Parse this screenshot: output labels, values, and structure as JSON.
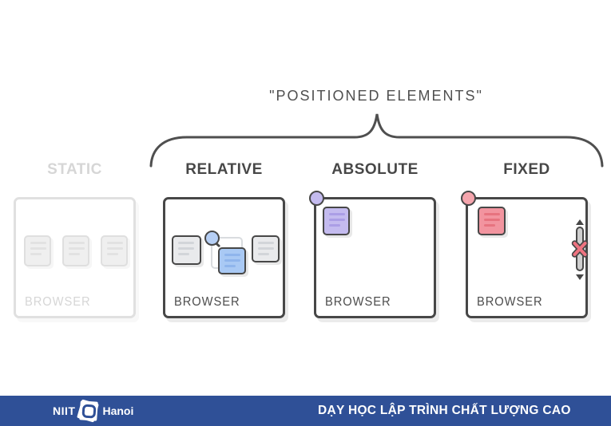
{
  "quote": "\"POSITIONED ELEMENTS\"",
  "columns": [
    {
      "id": "static",
      "label": "STATIC",
      "browser_label": "BROWSER",
      "muted": true
    },
    {
      "id": "relative",
      "label": "RELATIVE",
      "browser_label": "BROWSER",
      "muted": false
    },
    {
      "id": "absolute",
      "label": "ABSOLUTE",
      "browser_label": "BROWSER",
      "muted": false
    },
    {
      "id": "fixed",
      "label": "FIXED",
      "browser_label": "BROWSER",
      "muted": false
    }
  ],
  "footer": {
    "brand_niit": "NIIT",
    "brand_hanoi": "Hanoi",
    "slogan": "DẠY HỌC LẬP TRÌNH CHẤT LƯỢNG CAO"
  },
  "colors": {
    "ink": "#474747",
    "muted_gray": "#d6d6d6",
    "gray_fill": "#e9eaec",
    "gray_line": "#d2d5d9",
    "blue_fill": "#a9c9f4",
    "blue_line": "#8fb5ec",
    "lavender_fill": "#c4bbef",
    "lavender_line": "#ab9ee6",
    "pink_fill": "#f2949f",
    "pink_line": "#e7737f",
    "pink_x": "#ee7380",
    "footer_bg": "#2f5097",
    "footer_text": "#ffffff"
  }
}
